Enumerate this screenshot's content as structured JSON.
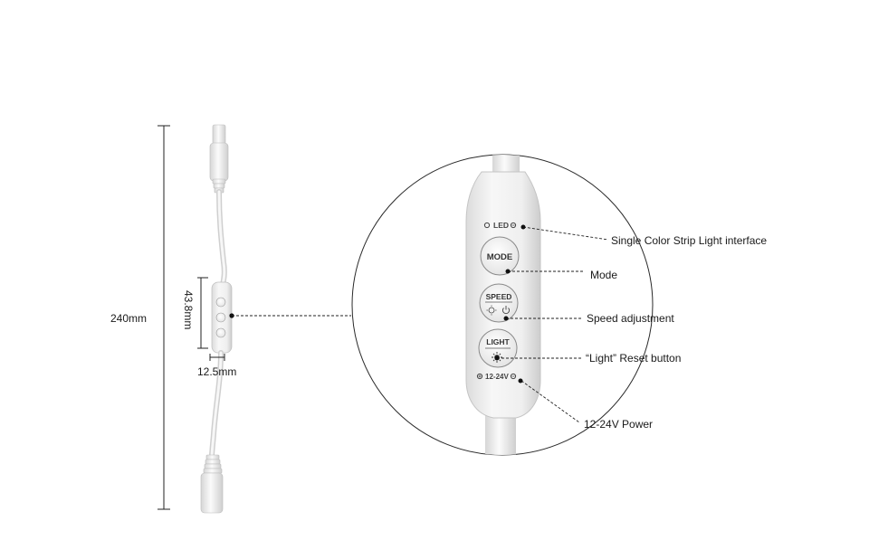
{
  "dimensions": {
    "total_length": "240mm",
    "controller_length": "43.8mm",
    "controller_width": "12.5mm"
  },
  "controller": {
    "top_marking": "LED",
    "bottom_marking": "12-24V",
    "buttons": [
      "MODE",
      "SPEED",
      "LIGHT"
    ]
  },
  "callouts": {
    "led_interface": "Single Color Strip Light interface",
    "mode": "Mode",
    "speed": "Speed adjustment",
    "light": "“Light” Reset button",
    "power": "12-24V Power"
  },
  "colors": {
    "line": "#222222",
    "body": "#f2f2f2",
    "shade": "#d8d8d8"
  }
}
